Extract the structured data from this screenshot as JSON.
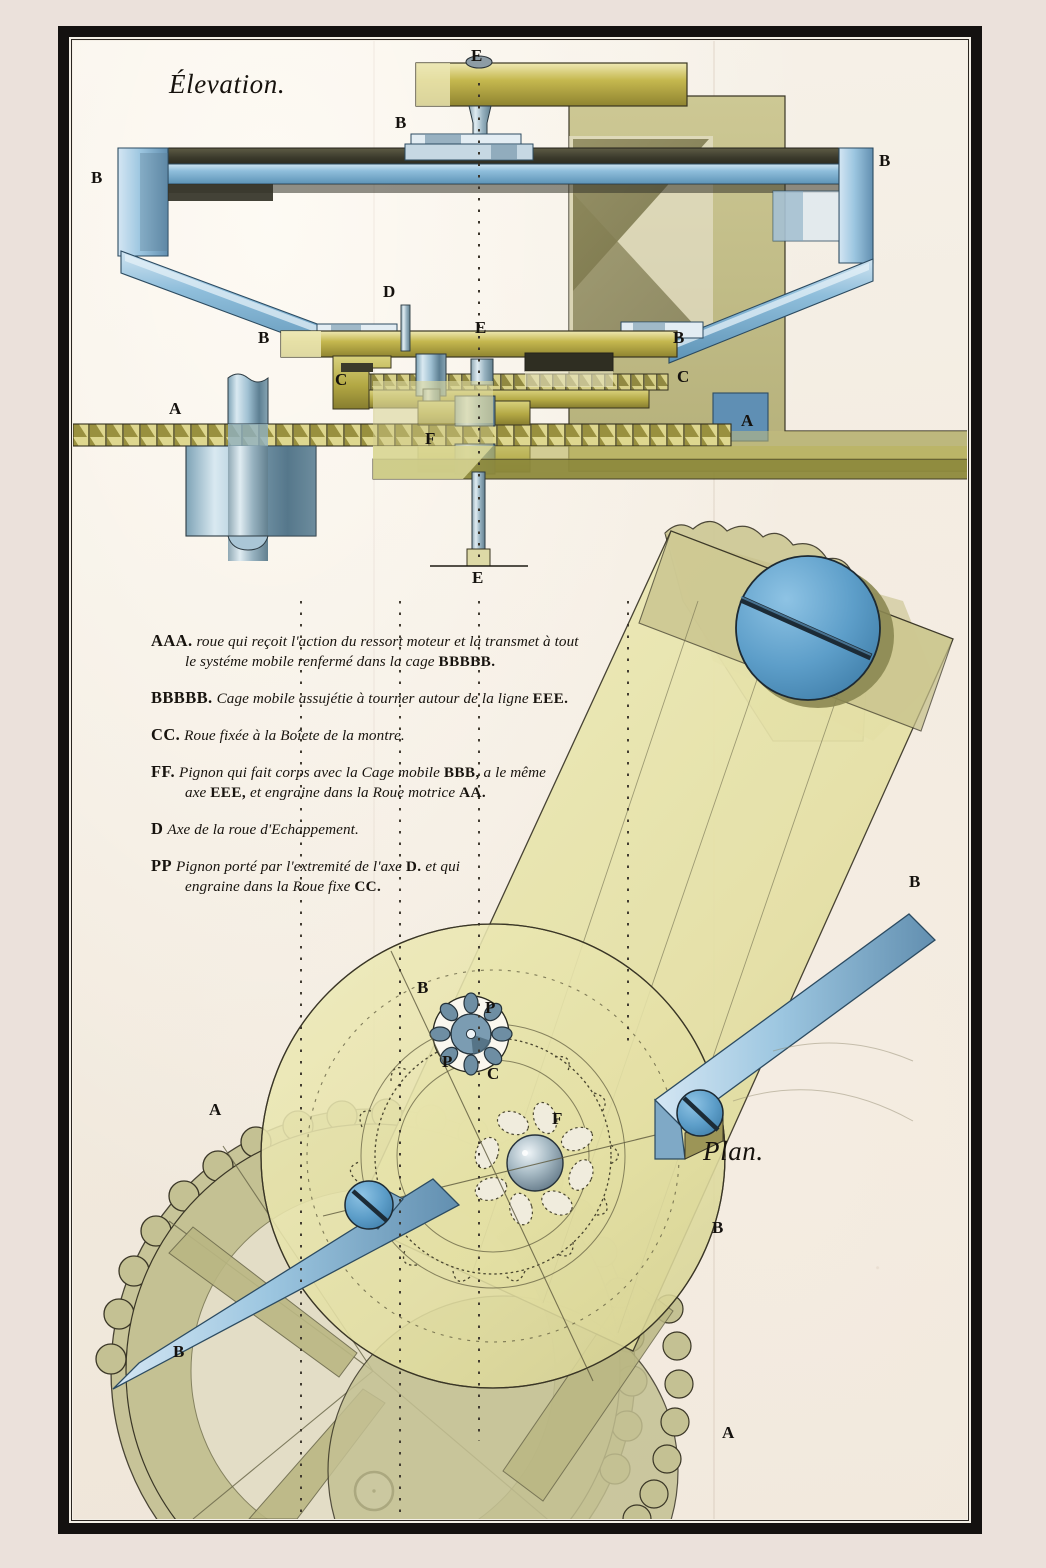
{
  "document": {
    "kind": "hand-drawn watercolour horological plate",
    "titles": {
      "elevation": "Élevation.",
      "plan": "Plan."
    }
  },
  "colors": {
    "paper": "#f3ece1",
    "mat": "#ebe1db",
    "frame": "#141110",
    "ink": "#17130e",
    "brass_light": "#e8e3a8",
    "brass": "#c8bd55",
    "brass_dark": "#8d8336",
    "olive": "#b9b481",
    "olive_dark": "#7d7a4a",
    "steel_blue": "#8fc0de",
    "steel_blue_dark": "#4a7b9c",
    "steel_grey": "#9fb3bd",
    "screw_blue": "#4f8fc0"
  },
  "elevation": {
    "title": "Élevation.",
    "labels": [
      {
        "id": "E-top",
        "text": "E"
      },
      {
        "id": "B-top-center",
        "text": "B"
      },
      {
        "id": "B-left-outer",
        "text": "B"
      },
      {
        "id": "B-right-outer",
        "text": "B"
      },
      {
        "id": "D-axis",
        "text": "D"
      },
      {
        "id": "E-mid",
        "text": "E"
      },
      {
        "id": "B-plate-left",
        "text": "B"
      },
      {
        "id": "B-plate-right",
        "text": "B"
      },
      {
        "id": "C-left",
        "text": "C"
      },
      {
        "id": "C-right",
        "text": "C"
      },
      {
        "id": "A-left",
        "text": "A"
      },
      {
        "id": "A-right",
        "text": "A"
      },
      {
        "id": "F-center",
        "text": "F"
      },
      {
        "id": "E-bottom",
        "text": "E"
      }
    ]
  },
  "plan": {
    "title": "Plan.",
    "labels": [
      {
        "id": "B-cage-top",
        "text": "B"
      },
      {
        "id": "P-upper",
        "text": "P"
      },
      {
        "id": "P-lower",
        "text": "P"
      },
      {
        "id": "C-fixed-wheel",
        "text": "C"
      },
      {
        "id": "F-pinion",
        "text": "F"
      },
      {
        "id": "B-arm-right",
        "text": "B"
      },
      {
        "id": "B-arm-lower",
        "text": "B"
      },
      {
        "id": "A-wheel-left",
        "text": "A"
      },
      {
        "id": "A-wheel-low",
        "text": "A"
      }
    ]
  },
  "legend": [
    {
      "key": "AAA.",
      "line1": "roue qui reçoit l'action du ressort moteur et la transmet à tout",
      "line2_pre": "le systéme mobile renfermé dans la cage ",
      "line2_bold": "BBBBB.",
      "line2_post": ""
    },
    {
      "key": "BBBBB.",
      "line1_pre": "Cage mobile assujétie à tourner autour de la ligne ",
      "line1_bold": "EEE.",
      "line1_post": "",
      "line2": ""
    },
    {
      "key": "CC.",
      "line1": "Roue fixée à la Boîete de la montre.",
      "line2": ""
    },
    {
      "key": "FF.",
      "line1_pre": "Pignon qui fait corps avec la Cage mobile ",
      "line1_bold": "BBB,",
      "line1_post": " a le même",
      "line2_pre": "axe ",
      "line2_bold": "EEE,",
      "line2_mid": " et engraine dans la Roue motrice ",
      "line2_bold2": "AA."
    },
    {
      "key": "D",
      "line1": "Axe de la roue d'Echappement.",
      "line2": ""
    },
    {
      "key": "PP",
      "line1_pre": "Pignon porté par l'extremité de l'axe ",
      "line1_bold": "D.",
      "line1_post": " et qui",
      "line2_pre": "engraine dans la Roue fixe ",
      "line2_bold": "CC."
    }
  ]
}
